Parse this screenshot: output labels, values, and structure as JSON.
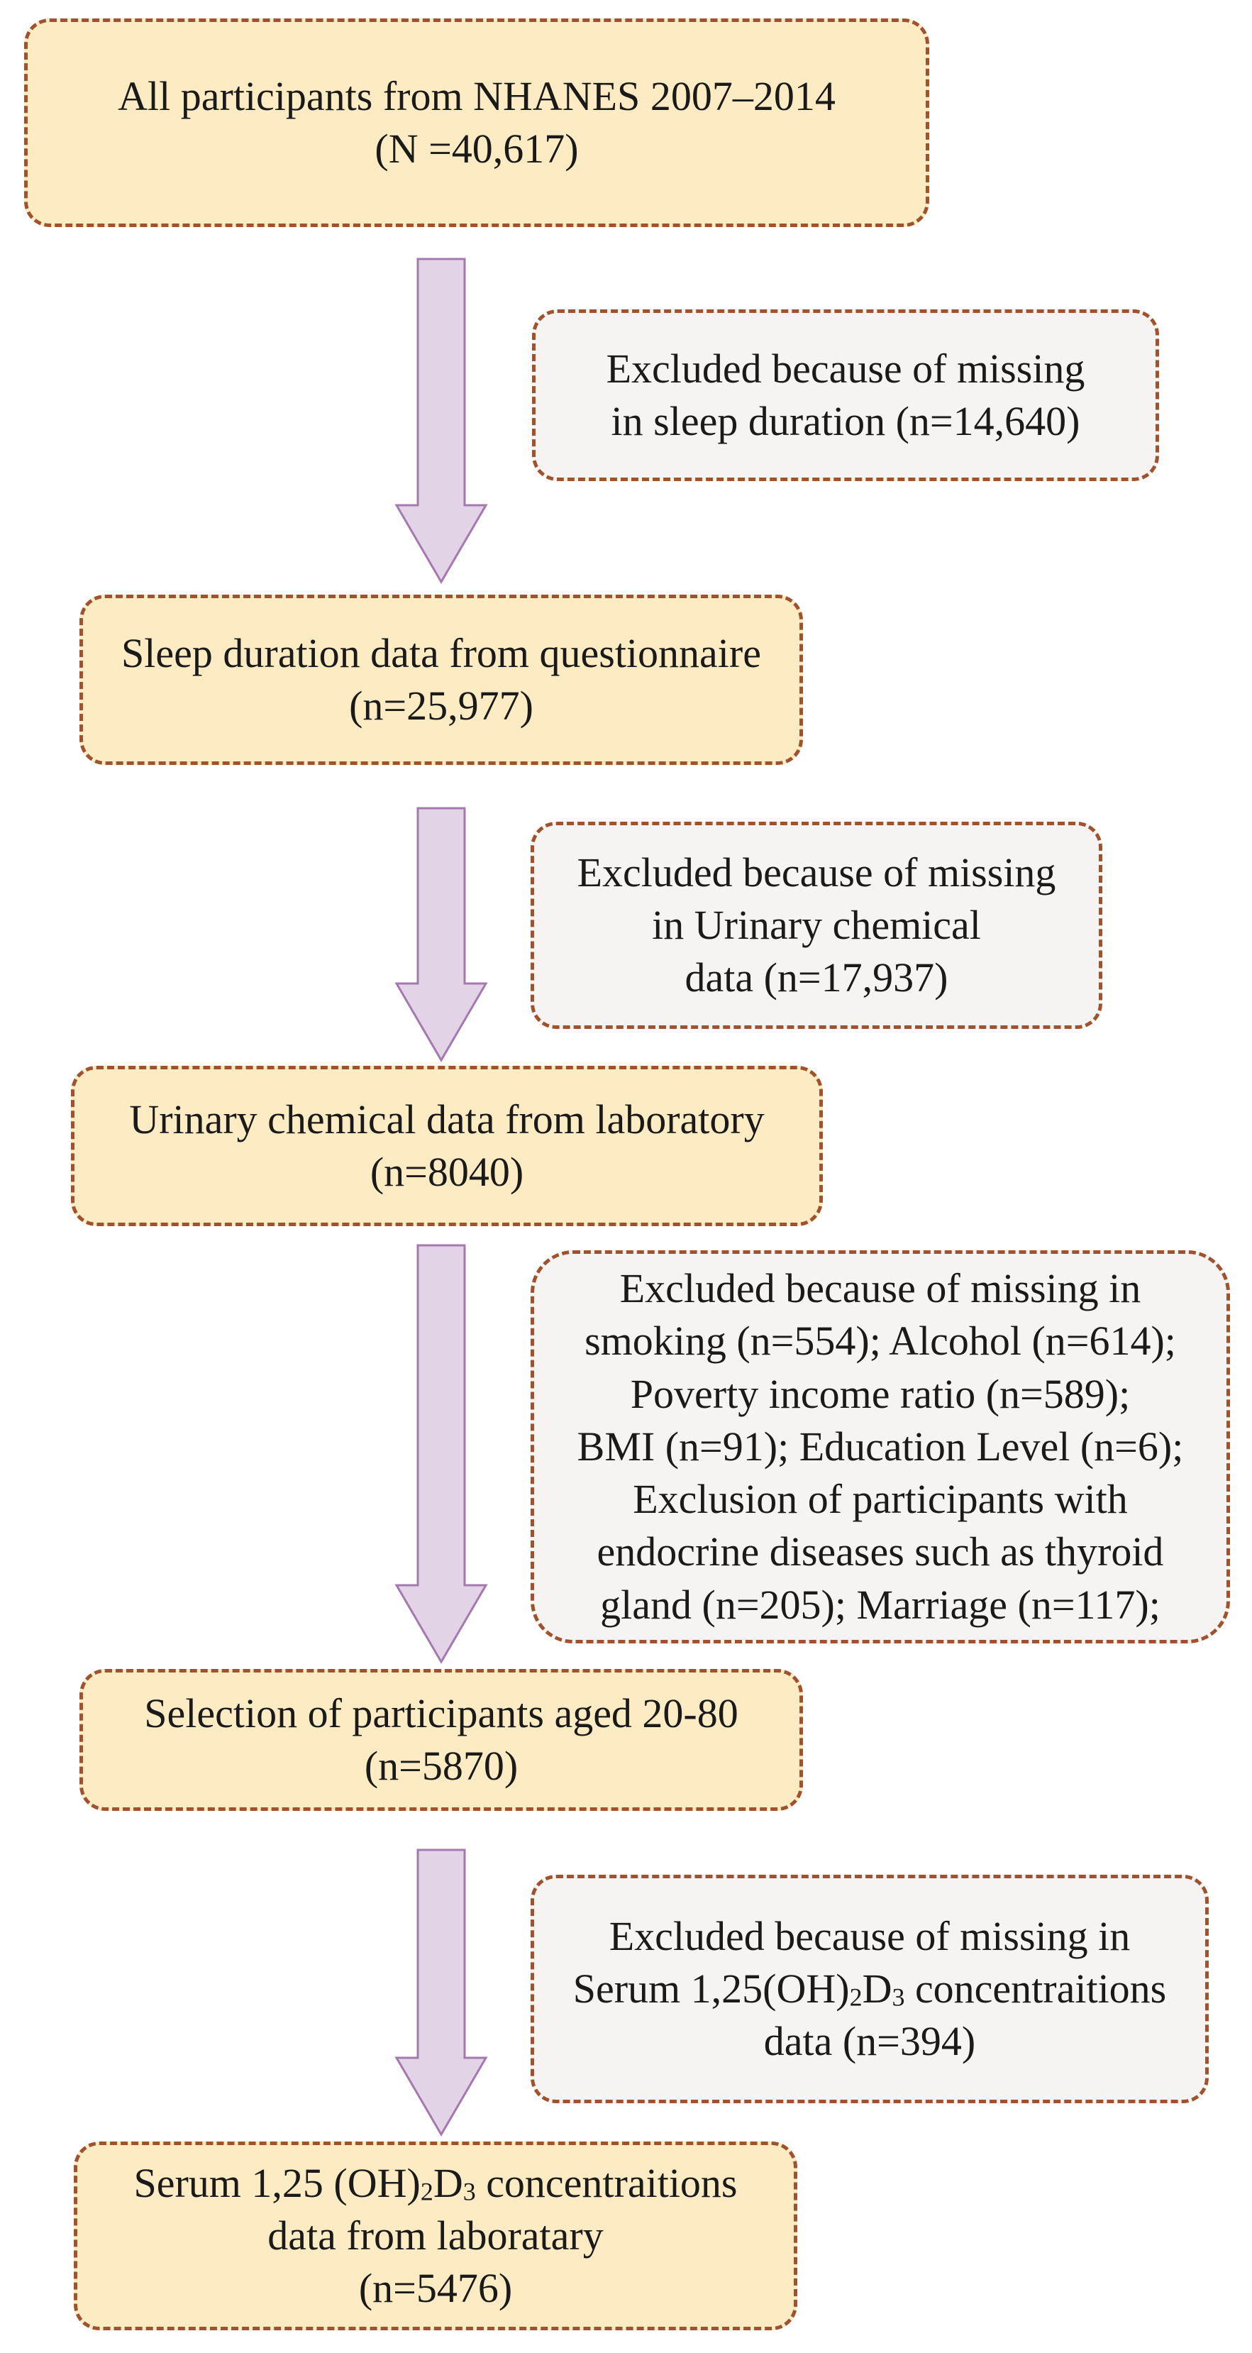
{
  "boxes": [
    {
      "id": "box-all-participants",
      "lines": [
        "All participants from NHANES 2007–2014",
        "(N =40,617)"
      ]
    },
    {
      "id": "box-sleep-duration",
      "lines": [
        "Sleep duration data from questionnaire",
        "(n=25,977)"
      ]
    },
    {
      "id": "box-urinary-chemical",
      "lines": [
        "Urinary chemical data from laboratory",
        "(n=8040)"
      ]
    },
    {
      "id": "box-age-selection",
      "lines": [
        "Selection of participants aged 20-80",
        "(n=5870)"
      ]
    },
    {
      "id": "box-serum-final",
      "lines": [
        "data from laboratary",
        "(n=5476)"
      ],
      "formula_line": {
        "pre": "Serum 1,25 (OH)",
        "sub1": "2",
        "mid": "D",
        "sub2": "3",
        "post": " concentraitions"
      }
    }
  ],
  "exclusions": [
    {
      "id": "excl-sleep",
      "lines": [
        "Excluded because of missing",
        "in sleep duration (n=14,640)"
      ]
    },
    {
      "id": "excl-urinary",
      "lines": [
        "Excluded because of missing",
        "in Urinary chemical",
        "data (n=17,937)"
      ]
    },
    {
      "id": "excl-covariates",
      "lines": [
        "Excluded because of missing in",
        "smoking (n=554); Alcohol (n=614);",
        "Poverty income ratio (n=589);",
        "BMI (n=91); Education Level (n=6);",
        "Exclusion of participants with",
        "endocrine diseases such as thyroid",
        "gland (n=205); Marriage (n=117);"
      ]
    },
    {
      "id": "excl-serum",
      "lines": [
        "Excluded because of missing in",
        "data (n=394)"
      ],
      "formula_line": {
        "pre": "Serum 1,25(OH)",
        "sub1": "2",
        "mid": "D",
        "sub2": "3",
        "post": " concentraitions"
      }
    }
  ],
  "colors": {
    "main_fill": "#fdebc4",
    "exclusion_fill": "#f5f4f2",
    "border": "#a0522d",
    "arrow_fill": "#e3d3e6",
    "arrow_stroke": "#a678b0"
  }
}
